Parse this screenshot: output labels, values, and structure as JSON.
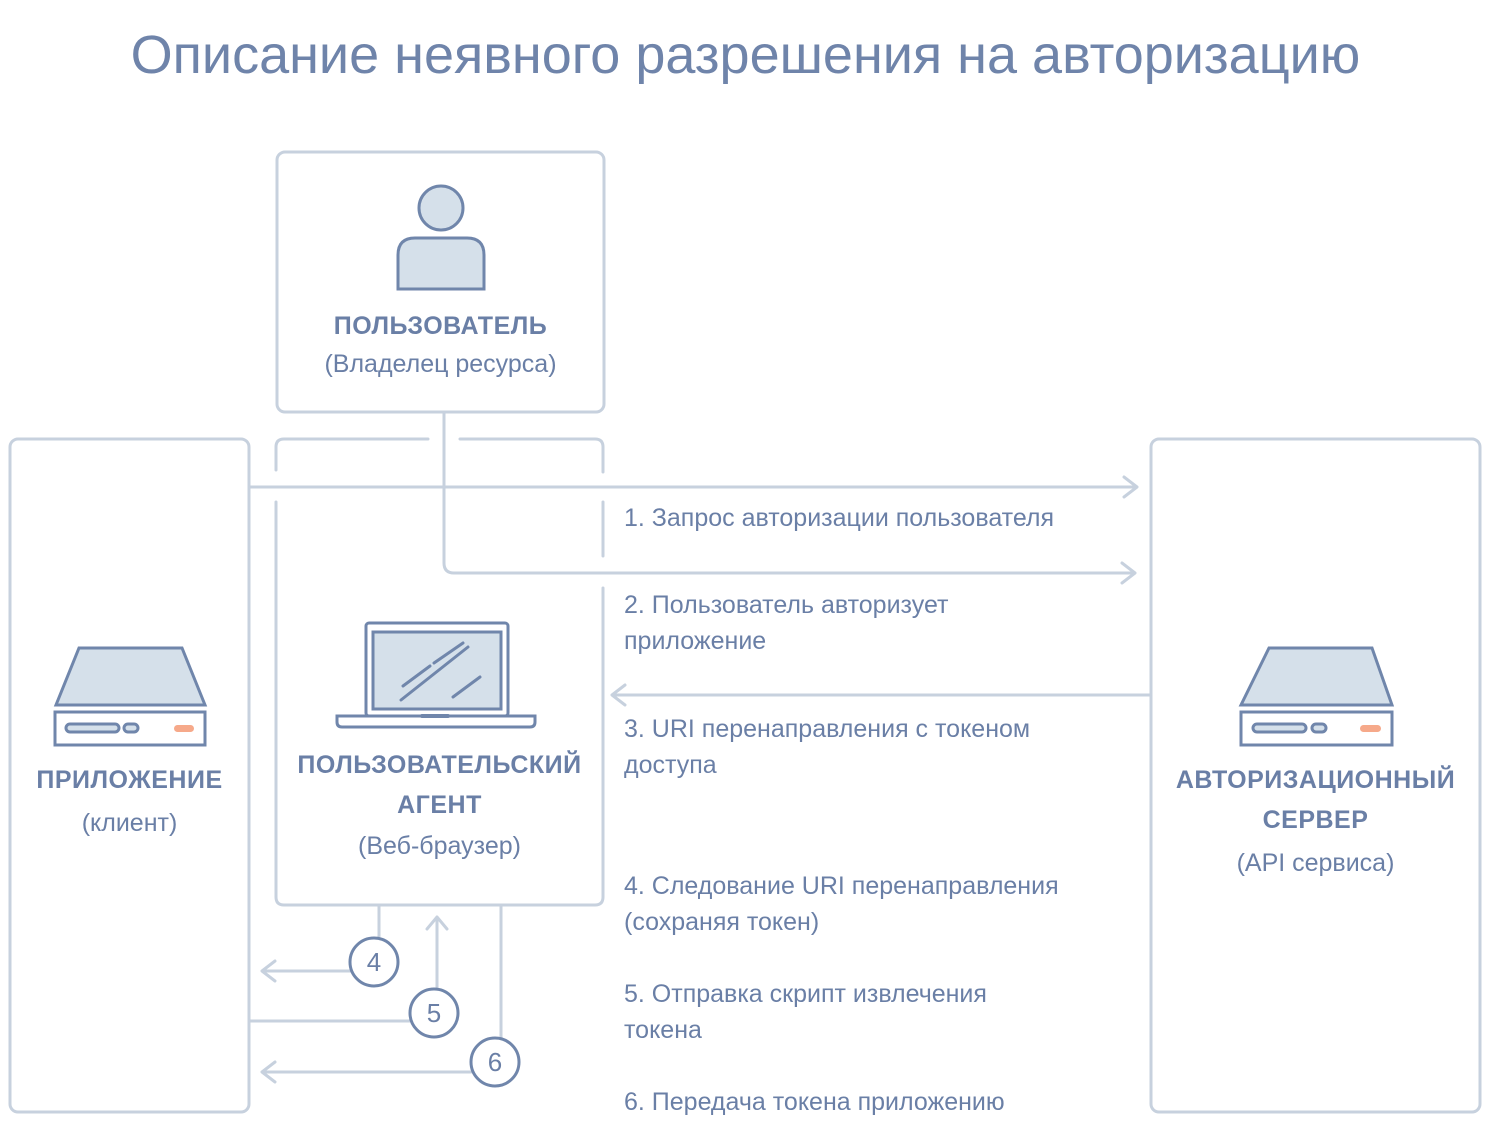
{
  "title": "Описание неявного разрешения на авторизацию",
  "actors": {
    "user": {
      "label": "ПОЛЬЗОВАТЕЛЬ",
      "sub": "(Владелец ресурса)",
      "icon": "user-icon"
    },
    "client": {
      "label": "ПРИЛОЖЕНИЕ",
      "sub": "(клиент)",
      "icon": "server-icon"
    },
    "agent": {
      "label_line1": "ПОЛЬЗОВАТЕЛЬСКИЙ",
      "label_line2": "АГЕНТ",
      "sub": "(Веб-браузер)",
      "icon": "laptop-icon"
    },
    "auth": {
      "label_line1": "АВТОРИЗАЦИОННЫЙ",
      "label_line2": "СЕРВЕР",
      "sub": "(API сервиса)",
      "icon": "server-icon"
    }
  },
  "steps": [
    {
      "line1": "1. Запрос авторизации пользователя"
    },
    {
      "line1": "2. Пользователь авторизует",
      "line2": "приложение"
    },
    {
      "line1": "3. URI перенаправления с токеном",
      "line2": "доступа"
    },
    {
      "line1": "4. Следование URI перенаправления",
      "line2": "(сохраняя токен)"
    },
    {
      "line1": "5. Отправка скрипт извлечения",
      "line2": "токена"
    },
    {
      "line1": "6. Передача токена приложению"
    }
  ],
  "markers": [
    "4",
    "5",
    "6"
  ],
  "colors": {
    "text": "#6a7fa6",
    "line": "#c7d1de",
    "icon_stroke": "#7086ab",
    "icon_fill": "#d5e0ea",
    "accent": "#f6a98a"
  }
}
